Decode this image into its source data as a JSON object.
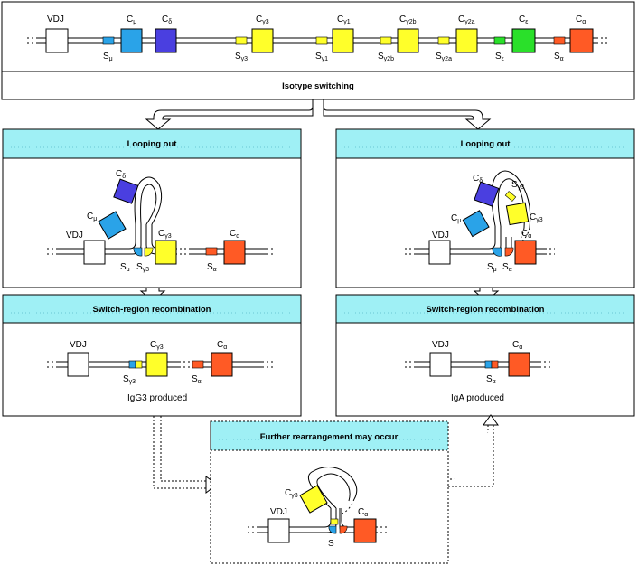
{
  "colors": {
    "header_cyan": "#9ff0f5",
    "c_mu": "#2aa3e8",
    "c_delta": "#4a3fe0",
    "c_gamma": "#ffff2a",
    "c_epsilon": "#2ae02a",
    "c_alpha": "#ff5a25",
    "vdj": "#ffffff"
  },
  "germline": {
    "vdj": "VDJ",
    "genes": [
      {
        "base": "C",
        "sub": "μ"
      },
      {
        "base": "C",
        "sub": "δ"
      },
      {
        "base": "C",
        "sub": "γ3"
      },
      {
        "base": "C",
        "sub": "γ1"
      },
      {
        "base": "C",
        "sub": "γ2b"
      },
      {
        "base": "C",
        "sub": "γ2a"
      },
      {
        "base": "C",
        "sub": "ε"
      },
      {
        "base": "C",
        "sub": "α"
      }
    ],
    "switch_regions": [
      {
        "base": "S",
        "sub": "μ"
      },
      {
        "base": "S",
        "sub": "γ3"
      },
      {
        "base": "S",
        "sub": "γ1"
      },
      {
        "base": "S",
        "sub": "γ2b"
      },
      {
        "base": "S",
        "sub": "γ2a"
      },
      {
        "base": "S",
        "sub": "ε"
      },
      {
        "base": "S",
        "sub": "α"
      }
    ]
  },
  "isotype_switching": "Isotype switching",
  "left": {
    "looping_title": "Looping out",
    "recombination_title": "Switch-region recombination",
    "result": "IgG3 produced",
    "loop_genes": [
      {
        "base": "C",
        "sub": "δ"
      },
      {
        "base": "C",
        "sub": "μ"
      }
    ],
    "retained_gene": {
      "base": "C",
      "sub": "γ3"
    },
    "downstream_gene": {
      "base": "C",
      "sub": "α"
    },
    "switch_left": {
      "base": "S",
      "sub": "μ"
    },
    "switch_right": {
      "base": "S",
      "sub": "γ3"
    },
    "switch_alpha": {
      "base": "S",
      "sub": "α"
    },
    "recombined_switch": {
      "base": "S",
      "sub": "γ3"
    }
  },
  "right": {
    "looping_title": "Looping out",
    "recombination_title": "Switch-region recombination",
    "result": "IgA  produced",
    "loop_genes": [
      {
        "base": "C",
        "sub": "δ"
      },
      {
        "base": "C",
        "sub": "μ"
      },
      {
        "base": "C",
        "sub": "γ3"
      }
    ],
    "loop_switch": {
      "base": "S",
      "sub": "γ3"
    },
    "retained_gene": {
      "base": "C",
      "sub": "α"
    },
    "switch_left": {
      "base": "S",
      "sub": "μ"
    },
    "switch_right": {
      "base": "S",
      "sub": "α"
    },
    "recombined_switch": {
      "base": "S",
      "sub": "α"
    }
  },
  "further": {
    "title": "Further rearrangement may occur",
    "loop_gene": {
      "base": "C",
      "sub": "γ3"
    },
    "retained_gene": {
      "base": "C",
      "sub": "α"
    },
    "switch": "S"
  }
}
